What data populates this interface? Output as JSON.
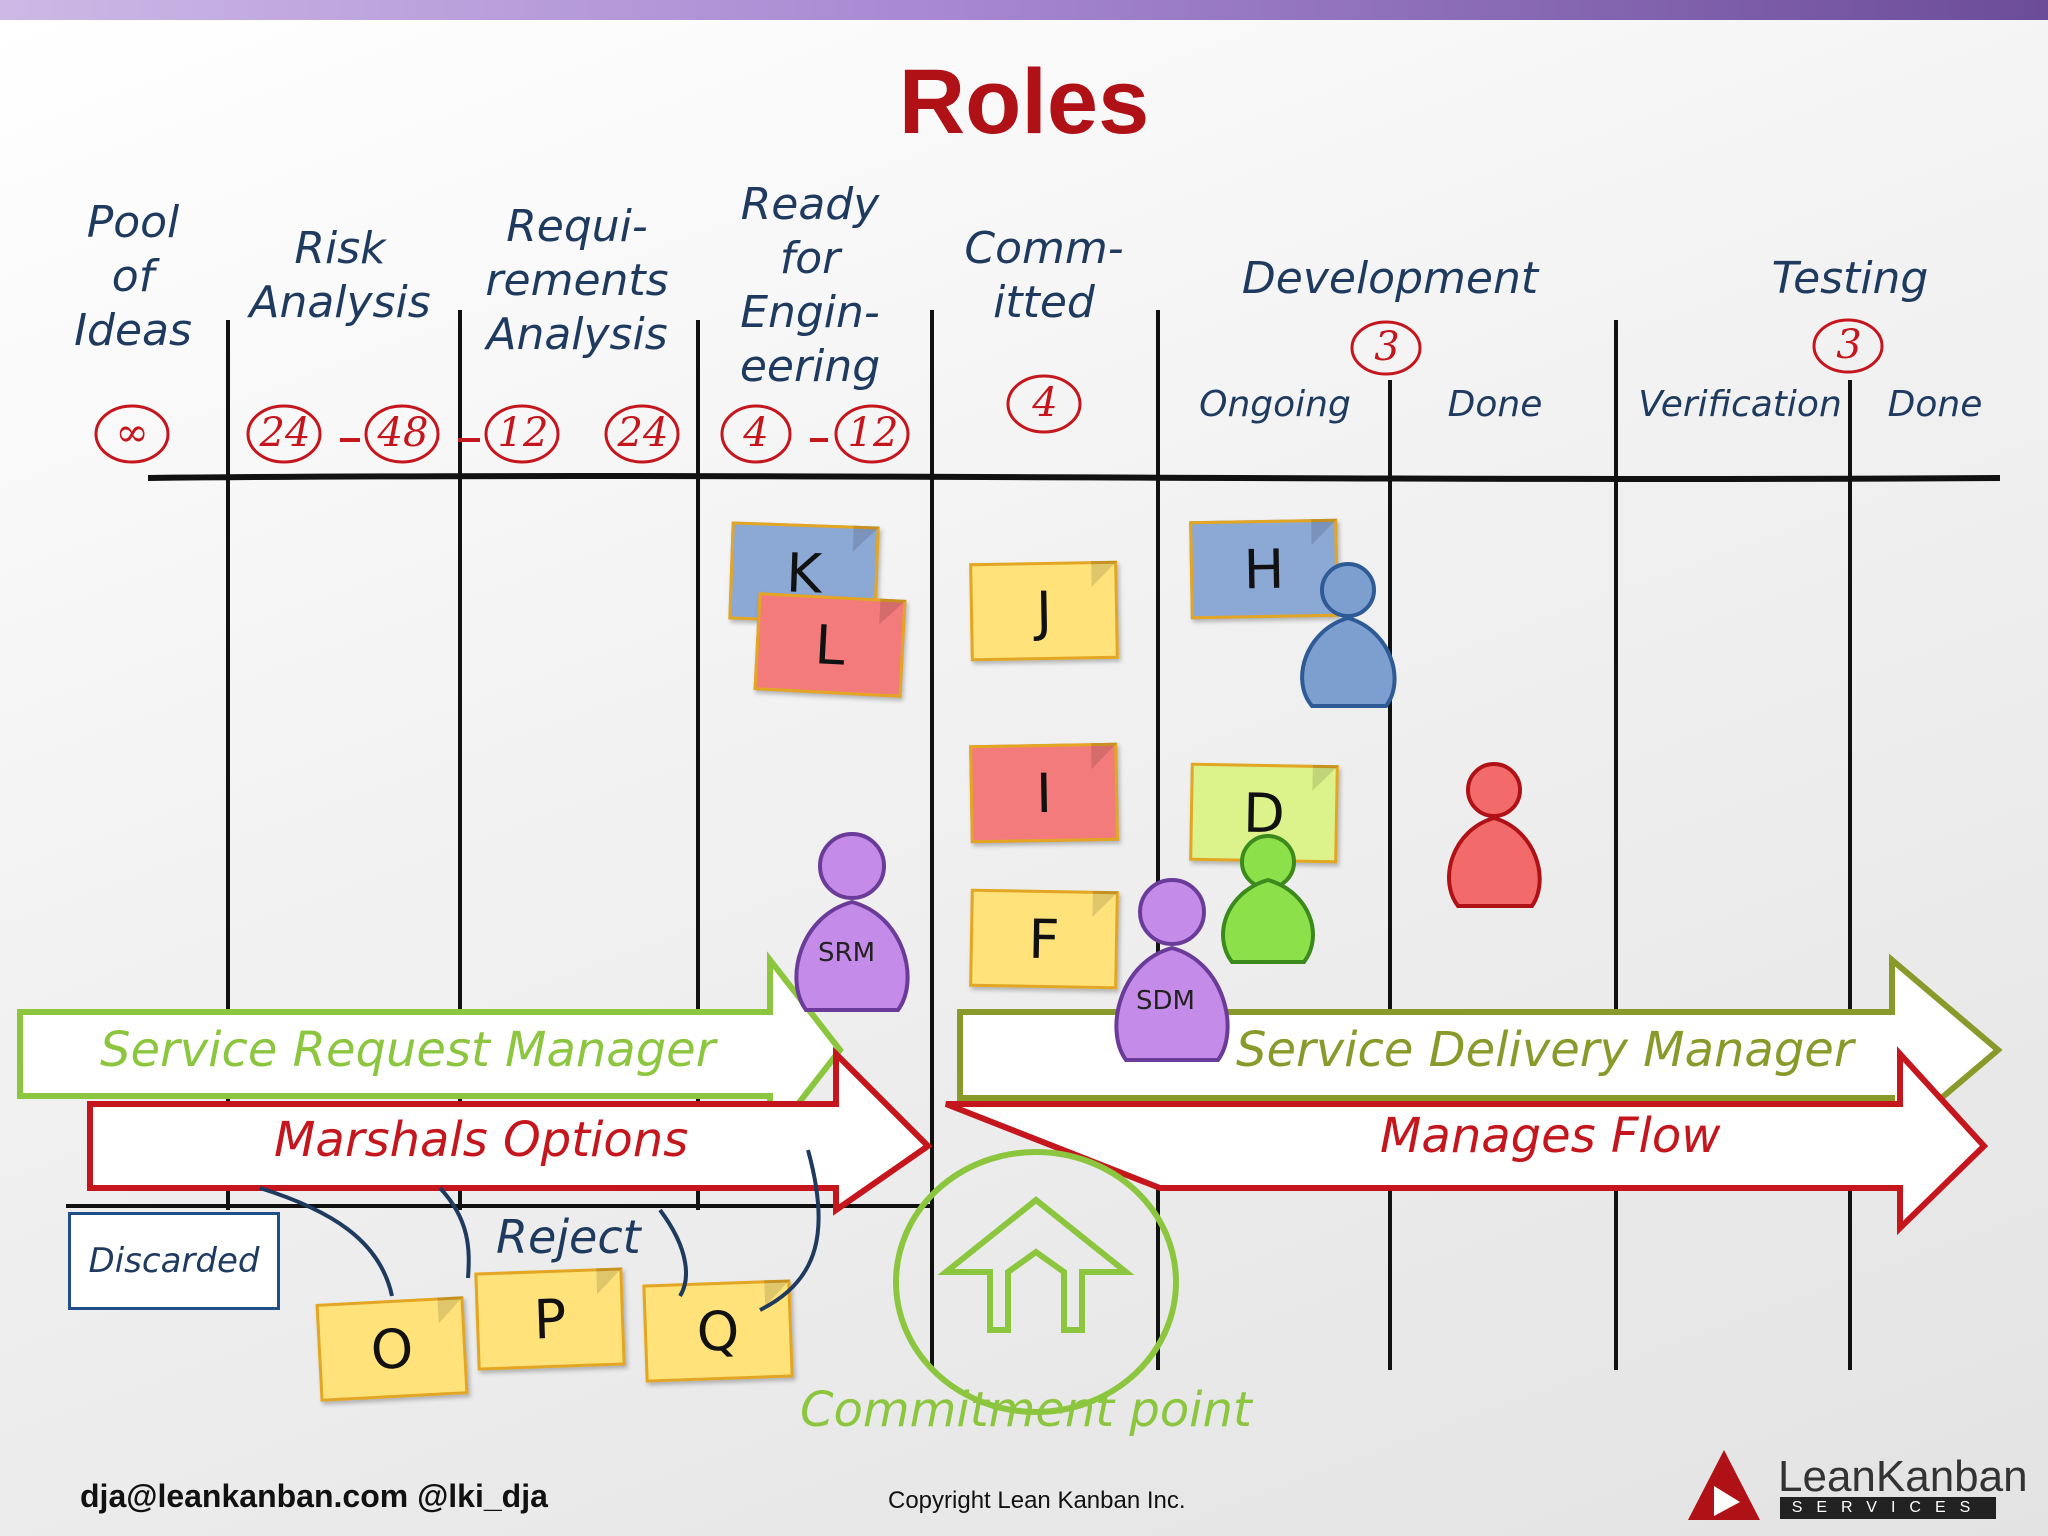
{
  "title": "Roles",
  "columns": [
    {
      "id": "pool",
      "label": "Pool\nof\nIdeas",
      "wip": "∞"
    },
    {
      "id": "risk",
      "label": "Risk\nAnalysis",
      "wip_min": "24",
      "wip_max": "48"
    },
    {
      "id": "req",
      "label": "Requi-\nrements\nAnalysis",
      "wip_min": "12",
      "wip_max": "24"
    },
    {
      "id": "ready",
      "label": "Ready\nfor\nEngin-\neering",
      "wip_min": "4",
      "wip_max": "12"
    },
    {
      "id": "committed",
      "label": "Comm-\nitted",
      "wip": "4"
    },
    {
      "id": "development",
      "label": "Development",
      "wip": "3",
      "sub": [
        "Ongoing",
        "Done"
      ]
    },
    {
      "id": "testing",
      "label": "Testing",
      "wip": "3",
      "sub": [
        "Verification",
        "Done"
      ]
    }
  ],
  "cards": [
    {
      "id": "K",
      "label": "K",
      "color": "#8ca8d4"
    },
    {
      "id": "L",
      "label": "L",
      "color": "#f37b7b"
    },
    {
      "id": "J",
      "label": "J",
      "color": "#ffe27a"
    },
    {
      "id": "H",
      "label": "H",
      "color": "#8ca8d4"
    },
    {
      "id": "I",
      "label": "I",
      "color": "#f37b7b"
    },
    {
      "id": "D",
      "label": "D",
      "color": "#dcf28a"
    },
    {
      "id": "F",
      "label": "F",
      "color": "#ffe27a"
    },
    {
      "id": "O",
      "label": "O",
      "color": "#ffe27a"
    },
    {
      "id": "P",
      "label": "P",
      "color": "#ffe27a"
    },
    {
      "id": "Q",
      "label": "Q",
      "color": "#ffe27a"
    }
  ],
  "people": [
    {
      "id": "blue-pawn",
      "color": "#7c9fcf"
    },
    {
      "id": "red-pawn",
      "color": "#f26a6a"
    },
    {
      "id": "green-pawn",
      "color": "#8ce04a"
    },
    {
      "id": "srm-pawn",
      "label": "SRM",
      "color": "#c58be8"
    },
    {
      "id": "sdm-pawn",
      "label": "SDM",
      "color": "#c58be8"
    }
  ],
  "arrows": {
    "srm_label": "Service Request Manager",
    "sdm_label": "Service Delivery Manager",
    "marshals_label": "Marshals Options",
    "flow_label": "Manages Flow",
    "green": "#8cc63f",
    "olive": "#8a9a2a",
    "red": "#c4161c"
  },
  "discarded": "Discarded",
  "reject": "Reject",
  "commitment_point": "Commitment point",
  "footer": {
    "contact": "dja@leankanban.com @lki_dja",
    "copyright": "Copyright Lean Kanban  Inc.",
    "logo_main": "LeanKanban",
    "logo_sub": "SERVICES"
  }
}
